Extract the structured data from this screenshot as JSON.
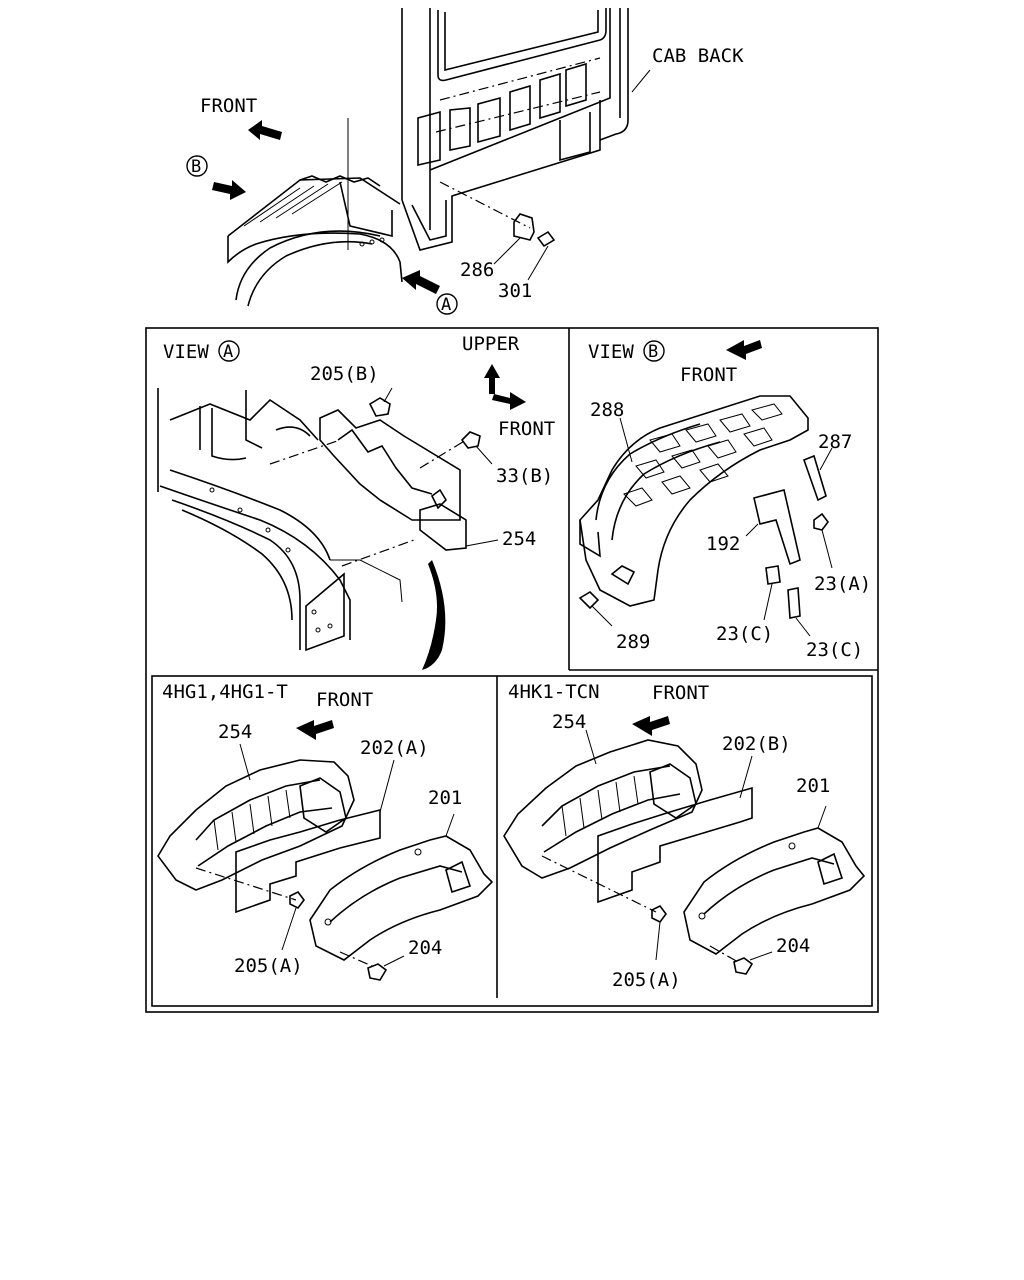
{
  "top": {
    "cab_back": "CAB BACK",
    "front": "FRONT",
    "marker_a": "A",
    "marker_b": "B",
    "part_286": "286",
    "part_301": "301"
  },
  "view_a": {
    "title": "VIEW",
    "marker": "A",
    "upper": "UPPER",
    "front": "FRONT",
    "part_205b": "205(B)",
    "part_33b": "33(B)",
    "part_254": "254"
  },
  "view_b": {
    "title": "VIEW",
    "marker": "B",
    "front": "FRONT",
    "part_288": "288",
    "part_287": "287",
    "part_192": "192",
    "part_23a": "23(A)",
    "part_23c_1": "23(C)",
    "part_23c_2": "23(C)",
    "part_289": "289"
  },
  "panel_4hg1": {
    "engine": "4HG1,4HG1-T",
    "front": "FRONT",
    "part_254": "254",
    "part_202a": "202(A)",
    "part_201": "201",
    "part_205a": "205(A)",
    "part_204": "204"
  },
  "panel_4hk1": {
    "engine": "4HK1-TCN",
    "front": "FRONT",
    "part_254": "254",
    "part_202b": "202(B)",
    "part_201": "201",
    "part_205a": "205(A)",
    "part_204": "204"
  }
}
